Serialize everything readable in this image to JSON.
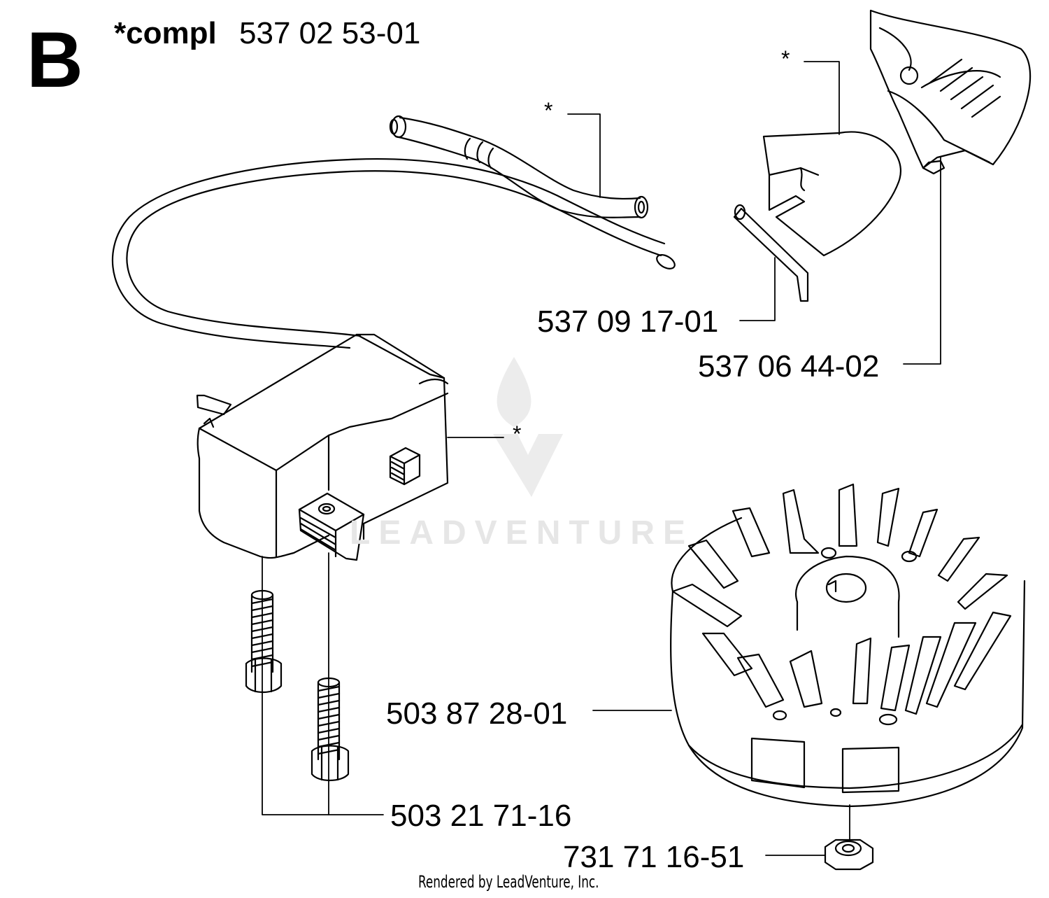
{
  "header": {
    "section": "B",
    "kit_label": "*compl",
    "kit_number": "537 02 53-01"
  },
  "markers": [
    "*",
    "*",
    "*"
  ],
  "parts": [
    "537 09 17-01",
    "537 06 44-02",
    "503 87 28-01",
    "503 21 71-16",
    "731 71 16-51"
  ],
  "watermark": {
    "text": "LEADVENTURE"
  },
  "footer": {
    "credit": "Rendered by LeadVenture, Inc."
  }
}
